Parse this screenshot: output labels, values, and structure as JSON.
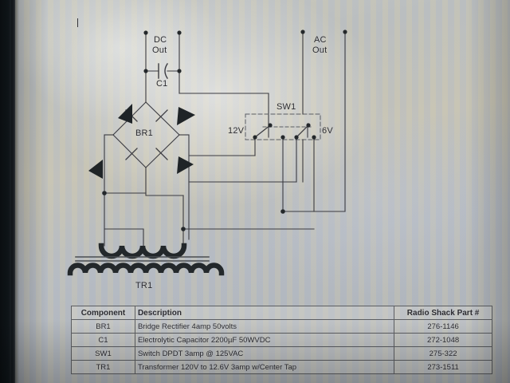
{
  "document": {
    "type": "schematic-photo",
    "title": "Power supply schematic with parts list"
  },
  "schematic": {
    "labels": {
      "dc_out_line1": "DC",
      "dc_out_line2": "Out",
      "ac_out_line1": "AC",
      "ac_out_line2": "Out",
      "capacitor": "C1",
      "bridge": "BR1",
      "switch": "SW1",
      "switch_left_voltage": "12V",
      "switch_right_voltage": "6V",
      "transformer": "TR1"
    },
    "colors": {
      "ink": "#2b2b30",
      "wire": "#3a3a40",
      "paper": "#bcbfbe"
    }
  },
  "parts_table": {
    "headers": [
      "Component",
      "Description",
      "Radio Shack Part #"
    ],
    "rows": [
      {
        "component": "BR1",
        "description": "Bridge Rectifier 4amp 50volts",
        "part": "276-1146"
      },
      {
        "component": "C1",
        "description": "Electrolytic Capacitor 2200µF  50WVDC",
        "part": "272-1048"
      },
      {
        "component": "SW1",
        "description": "Switch DPDT 3amp @ 125VAC",
        "part": "275-322"
      },
      {
        "component": "TR1",
        "description": "Transformer 120V to 12.6V  3amp w/Center Tap",
        "part": "273-1511"
      }
    ]
  }
}
